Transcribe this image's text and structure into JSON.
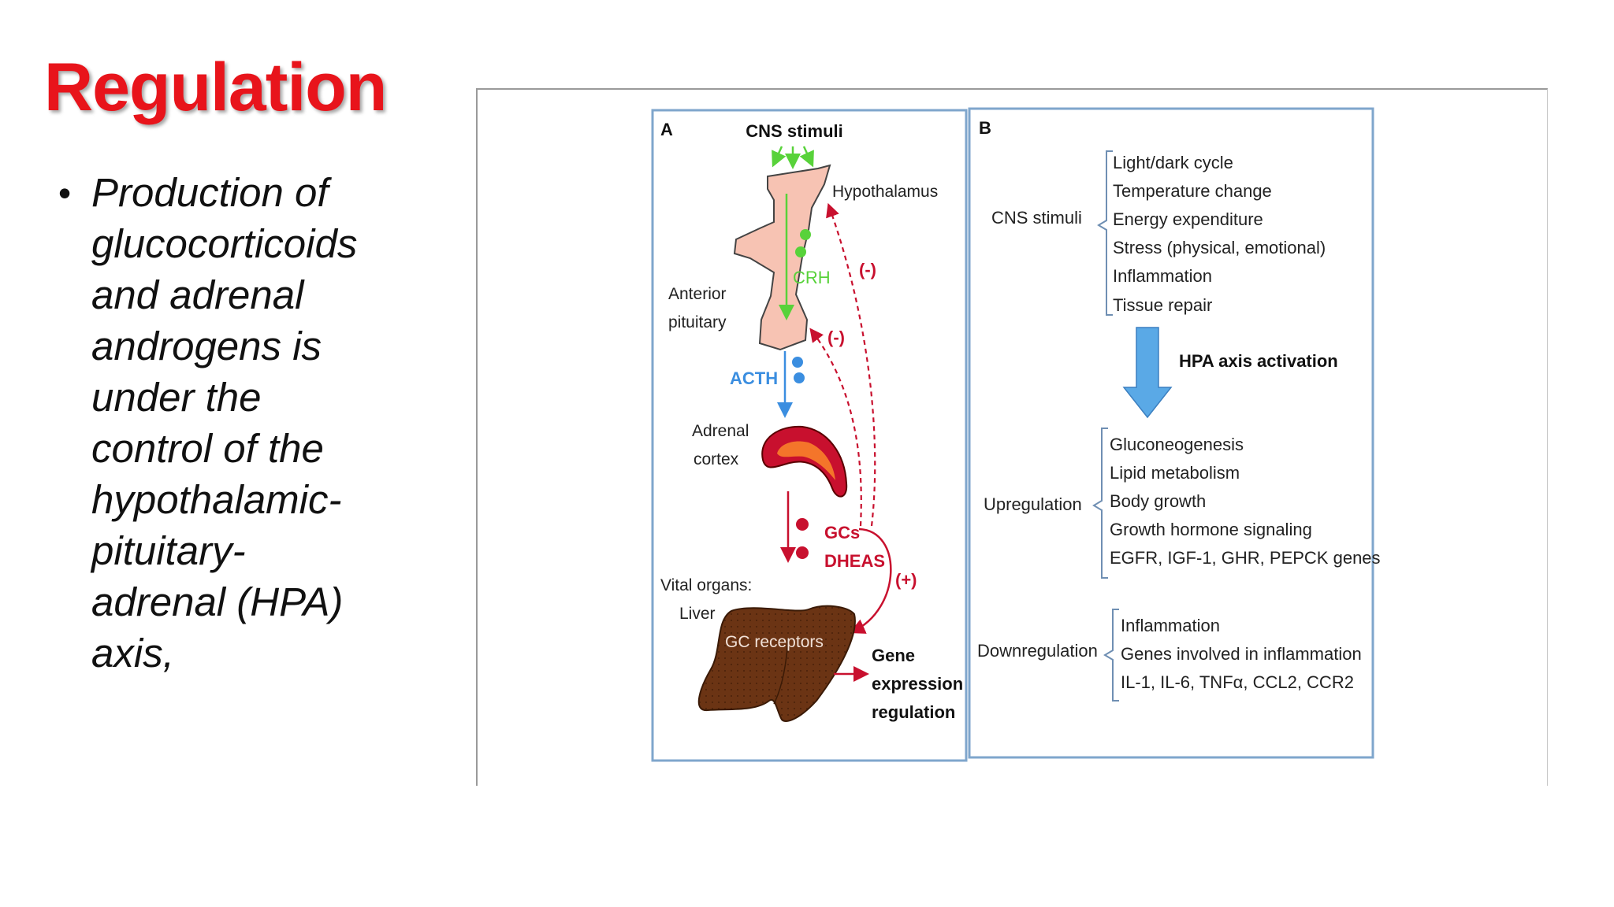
{
  "slide": {
    "title": "Regulation",
    "bullet": "Production of\nglucocorticoids\nand adrenal\nandrogens is\nunder the\ncontrol of the\nhypothalamic-\npituitary-\nadrenal (HPA)\naxis,"
  },
  "panel_a": {
    "label": "A",
    "cns_stimuli": "CNS stimuli",
    "hypothalamus": "Hypothalamus",
    "crh": "CRH",
    "anterior_line1": "Anterior",
    "anterior_line2": "pituitary",
    "acth": "ACTH",
    "adrenal_line1": "Adrenal",
    "adrenal_line2": "cortex",
    "gcs": "GCs",
    "dheas": "DHEAS",
    "neg_feedback_1": "(-)",
    "neg_feedback_2": "(-)",
    "pos_feedback": "(+)",
    "vital_line1": "Vital organs:",
    "vital_line2": "Liver",
    "gc_receptors": "GC receptors",
    "gene_line1": "Gene",
    "gene_line2": "expression",
    "gene_line3": "regulation",
    "colors": {
      "green": "#58d23a",
      "blue": "#3b8ee0",
      "red": "#c8102e",
      "pituitary": "#f7c3b3",
      "liver": "#6b3414",
      "adrenal_outer": "#c8102e",
      "adrenal_inner": "#f4752a"
    }
  },
  "panel_b": {
    "label": "B",
    "cns_stimuli": "CNS stimuli",
    "cns_items": [
      "Light/dark cycle",
      "Temperature change",
      "Energy expenditure",
      "Stress (physical, emotional)",
      "Inflammation",
      "Tissue repair"
    ],
    "activation": "HPA axis activation",
    "upregulation": "Upregulation",
    "up_items": [
      "Gluconeogenesis",
      "Lipid metabolism",
      "Body growth",
      "Growth hormone signaling",
      "EGFR, IGF-1, GHR, PEPCK genes"
    ],
    "downregulation": "Downregulation",
    "down_items": [
      "Inflammation",
      "Genes involved in inflammation",
      "IL-1, IL-6, TNFα, CCL2, CCR2"
    ],
    "colors": {
      "arrow": "#5aa9e6",
      "border": "#7fa6cc"
    }
  }
}
